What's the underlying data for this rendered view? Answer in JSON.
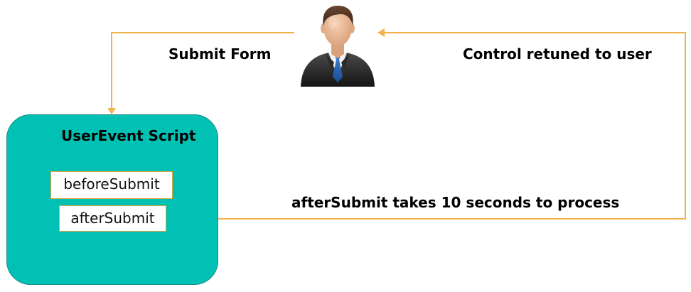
{
  "colors": {
    "arrow": "#f2b24b",
    "box_fill": "#00c1b4",
    "box_border": "#1f8a83",
    "hook_border": "#e0a43a",
    "text": "#000000"
  },
  "user": {
    "icon": "businessman-user-icon"
  },
  "edges": {
    "submit_label": "Submit Form",
    "control_label": "Control retuned to user",
    "after_label": "afterSubmit takes 10 seconds to process"
  },
  "script": {
    "title": "UserEvent Script",
    "hooks": [
      {
        "label": "beforeSubmit"
      },
      {
        "label": "afterSubmit"
      }
    ]
  }
}
